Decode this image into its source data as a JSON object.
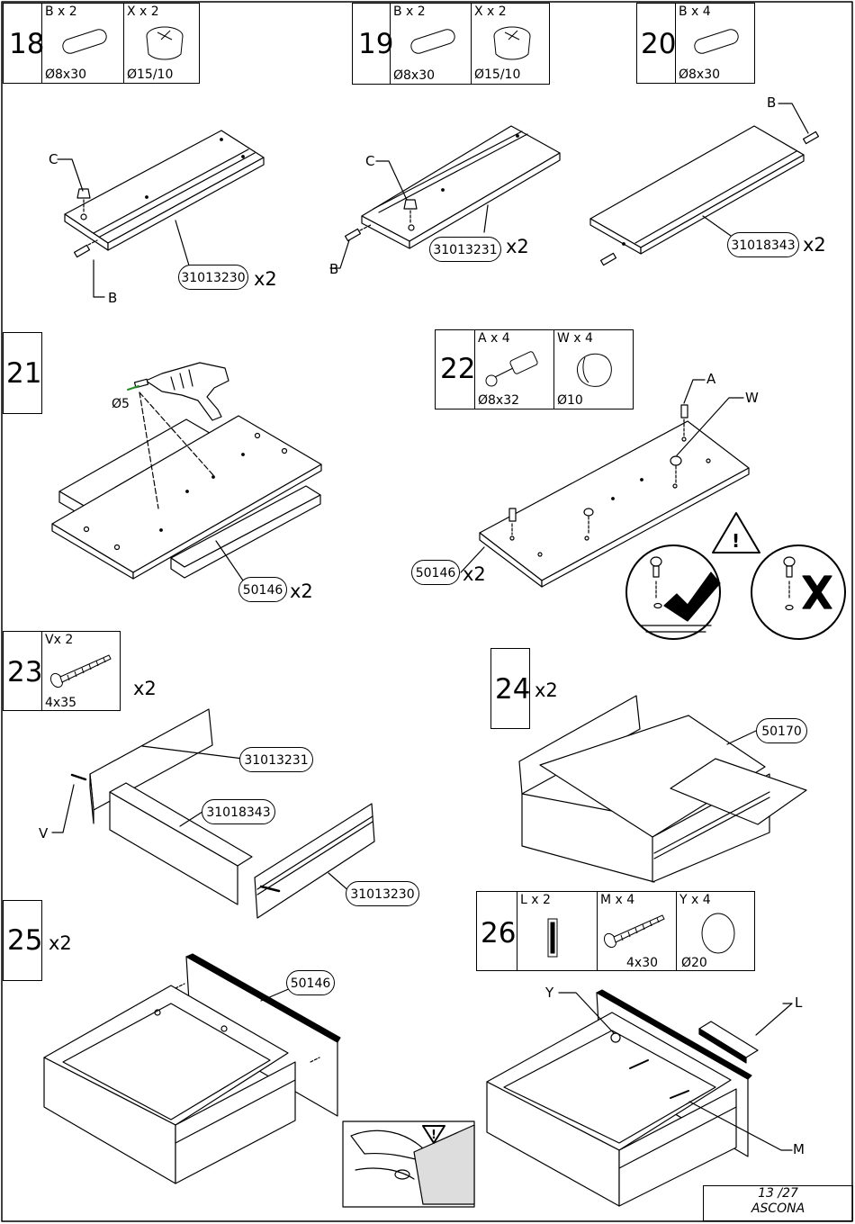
{
  "steps": {
    "s18": {
      "number": "18",
      "parts": [
        {
          "qty": "B x 2",
          "dim": "Ø8x30",
          "icon": "dowel-icon"
        },
        {
          "qty": "X x 2",
          "dim": "Ø15/10",
          "icon": "cam-lock-icon"
        }
      ],
      "callout": "31013230",
      "multiplier": "x2",
      "labels": [
        "C",
        "B"
      ]
    },
    "s19": {
      "number": "19",
      "parts": [
        {
          "qty": "B x 2",
          "dim": "Ø8x30",
          "icon": "dowel-icon"
        },
        {
          "qty": "X x 2",
          "dim": "Ø15/10",
          "icon": "cam-lock-icon"
        }
      ],
      "callout": "31013231",
      "multiplier": "x2",
      "labels": [
        "C",
        "B"
      ]
    },
    "s20": {
      "number": "20",
      "parts": [
        {
          "qty": "B x 4",
          "dim": "Ø8x30",
          "icon": "dowel-icon"
        }
      ],
      "callout": "31018343",
      "multiplier": "x2",
      "labels": [
        "B"
      ]
    },
    "s21": {
      "number": "21",
      "drill": "Ø5",
      "callout": "50146",
      "multiplier": "x2"
    },
    "s22": {
      "number": "22",
      "parts": [
        {
          "qty": "A x 4",
          "dim": "Ø8x32",
          "icon": "cam-bolt-icon"
        },
        {
          "qty": "W x 4",
          "dim": "Ø10",
          "icon": "cap-icon"
        }
      ],
      "callout": "50146",
      "multiplier": "x2",
      "labels": [
        "A",
        "W"
      ]
    },
    "s23": {
      "number": "23",
      "parts": [
        {
          "qty": "Vx 2",
          "dim": "4x35",
          "icon": "screw-icon"
        }
      ],
      "multiplier": "x2",
      "callouts": [
        "31013231",
        "31018343",
        "31013230"
      ],
      "labels": [
        "V"
      ]
    },
    "s24": {
      "number": "24",
      "multiplier": "x2",
      "callout": "50170"
    },
    "s25": {
      "number": "25",
      "multiplier": "x2",
      "callout": "50146"
    },
    "s26": {
      "number": "26",
      "parts": [
        {
          "qty": "L x 2",
          "dim": "",
          "icon": "handle-icon"
        },
        {
          "qty": "M x 4",
          "dim": "4x30",
          "icon": "screw-icon"
        },
        {
          "qty": "Y x 4",
          "dim": "Ø20",
          "icon": "disc-cap-icon"
        }
      ],
      "labels": [
        "Y",
        "L",
        "M"
      ]
    }
  },
  "warning_symbol": "!",
  "correct_mark": "check-icon",
  "wrong_mark": "cross-icon",
  "footer": {
    "page": "13 /27",
    "product": "ASCONA"
  }
}
